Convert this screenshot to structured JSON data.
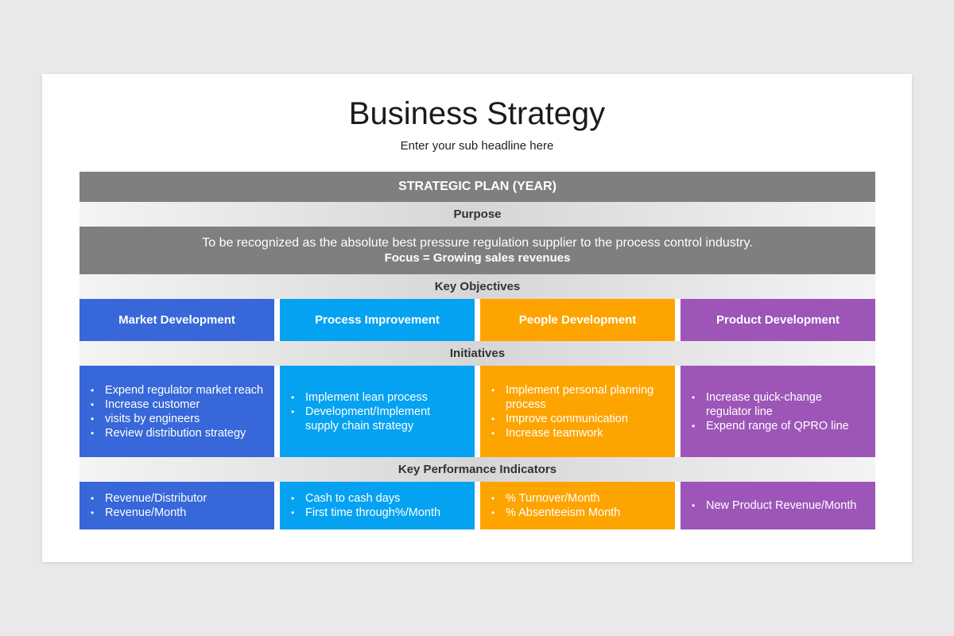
{
  "slide": {
    "title": "Business Strategy",
    "subtitle": "Enter your sub headline here"
  },
  "plan": {
    "header": "STRATEGIC PLAN (YEAR)",
    "purpose_label": "Purpose",
    "purpose_text": "To be recognized as the absolute best pressure regulation supplier to the process control industry.",
    "focus_text": "Focus = Growing sales revenues",
    "objectives_label": "Key Objectives",
    "objectives": [
      {
        "label": "Market Development",
        "color": "#3767d8"
      },
      {
        "label": "Process Improvement",
        "color": "#05a2f1"
      },
      {
        "label": "People Development",
        "color": "#fda400"
      },
      {
        "label": "Product Development",
        "color": "#9d55b8"
      }
    ],
    "initiatives_label": "Initiatives",
    "initiatives": [
      {
        "items": [
          "Expend regulator market reach",
          "Increase customer",
          "visits by engineers",
          "Review distribution strategy"
        ]
      },
      {
        "items": [
          "Implement lean process",
          "Development/Implement supply chain strategy"
        ]
      },
      {
        "items": [
          "Implement personal planning process",
          "Improve communication",
          "Increase teamwork"
        ]
      },
      {
        "items": [
          "Increase quick-change regulator line",
          "Expend range of QPRO line"
        ]
      }
    ],
    "kpi_label": "Key Performance Indicators",
    "kpis": [
      {
        "items": [
          "Revenue/Distributor",
          "Revenue/Month"
        ]
      },
      {
        "items": [
          "Cash to cash days",
          "First time through%/Month"
        ]
      },
      {
        "items": [
          "% Turnover/Month",
          "% Absenteeism Month"
        ]
      },
      {
        "items": [
          "New Product Revenue/Month"
        ]
      }
    ]
  }
}
